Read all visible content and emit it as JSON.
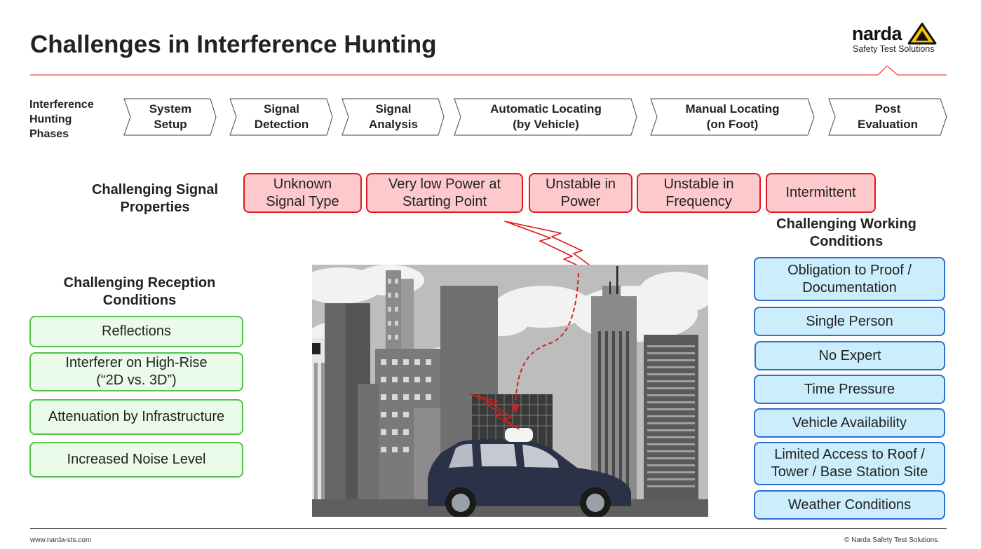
{
  "header": {
    "title": "Challenges in Interference Hunting",
    "logo_name": "narda",
    "logo_tagline": "Safety Test Solutions"
  },
  "phases": {
    "label_lines": [
      "Interference",
      "Hunting",
      "Phases"
    ],
    "items": [
      {
        "name": "phase-system-setup",
        "lines": [
          "System",
          "Setup"
        ]
      },
      {
        "name": "phase-signal-detection",
        "lines": [
          "Signal",
          "Detection"
        ]
      },
      {
        "name": "phase-signal-analysis",
        "lines": [
          "Signal",
          "Analysis"
        ]
      },
      {
        "name": "phase-automatic-locating",
        "lines": [
          "Automatic Locating",
          "(by Vehicle)"
        ]
      },
      {
        "name": "phase-manual-locating",
        "lines": [
          "Manual Locating",
          "(on Foot)"
        ]
      },
      {
        "name": "phase-post-evaluation",
        "lines": [
          "Post",
          "Evaluation"
        ]
      }
    ]
  },
  "signal": {
    "label_lines": [
      "Challenging Signal",
      "Properties"
    ],
    "items": [
      [
        "Unknown",
        "Signal Type"
      ],
      [
        "Very low Power at",
        "Starting Point"
      ],
      [
        "Unstable in",
        "Power"
      ],
      [
        "Unstable in",
        "Frequency"
      ],
      [
        "Intermittent"
      ]
    ]
  },
  "reception": {
    "label_lines": [
      "Challenging Reception",
      "Conditions"
    ],
    "items": [
      [
        "Reflections"
      ],
      [
        "Interferer on High-Rise",
        "(“2D vs. 3D”)"
      ],
      [
        "Attenuation by Infrastructure"
      ],
      [
        "Increased Noise Level"
      ]
    ]
  },
  "working": {
    "label_lines": [
      "Challenging Working",
      "Conditions"
    ],
    "items": [
      [
        "Obligation to Proof /",
        "Documentation"
      ],
      [
        "Single Person"
      ],
      [
        "No Expert"
      ],
      [
        "Time Pressure"
      ],
      [
        "Vehicle Availability"
      ],
      [
        "Limited Access to Roof /",
        "Tower / Base Station Site"
      ],
      [
        "Weather Conditions"
      ]
    ]
  },
  "footer": {
    "left": "www.narda-sts.com",
    "right": "© Narda Safety Test Solutions"
  },
  "colors": {
    "accent_red": "#e0191e",
    "logo_yellow": "#f5c400",
    "signal_fill": "#fdc9cc",
    "reception_fill": "#eafbea",
    "reception_border": "#52c44a",
    "working_fill": "#cceefc",
    "working_border": "#2f6fd0"
  }
}
